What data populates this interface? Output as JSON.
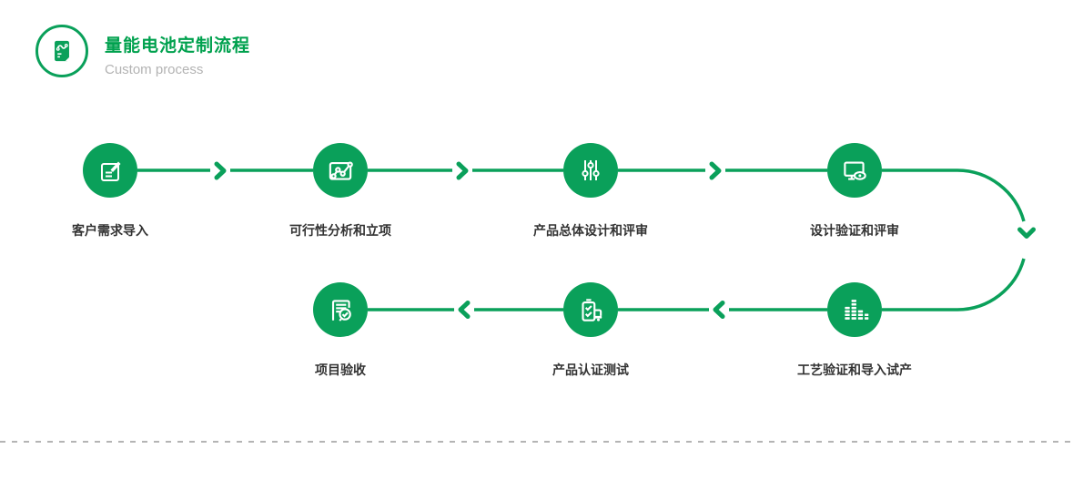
{
  "header": {
    "title": "量能电池定制流程",
    "subtitle": "Custom process"
  },
  "colors": {
    "accent_green": "#0aa05a",
    "title_green": "#00a14e",
    "label_dark": "#333333",
    "subtitle_gray": "#b3b3b3",
    "divider_gray": "#b4b4b4"
  },
  "flow": {
    "steps": [
      {
        "label": "客户需求导入",
        "icon": "note-edit-icon"
      },
      {
        "label": "可行性分析和立项",
        "icon": "line-chart-icon"
      },
      {
        "label": "产品总体设计和评审",
        "icon": "sliders-icon"
      },
      {
        "label": "设计验证和评审",
        "icon": "monitor-review-icon"
      },
      {
        "label": "工艺验证和导入试产",
        "icon": "equalizer-bars-icon"
      },
      {
        "label": "产品认证测试",
        "icon": "battery-certification-icon"
      },
      {
        "label": "项目验收",
        "icon": "document-check-icon"
      }
    ]
  }
}
